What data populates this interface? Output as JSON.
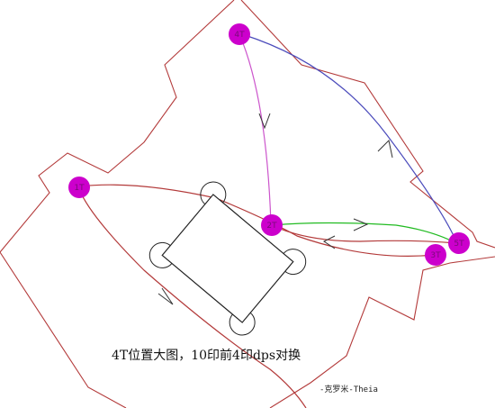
{
  "caption": "4T位置大图，10印前4印dps对换",
  "credit": "-克罗米-Theia",
  "nodes": [
    {
      "id": "4T",
      "label": "4T"
    },
    {
      "id": "1T",
      "label": "1T"
    },
    {
      "id": "2T",
      "label": "2T"
    },
    {
      "id": "5T",
      "label": "5T"
    },
    {
      "id": "3T",
      "label": "3T"
    }
  ],
  "colors": {
    "wall": "#b33a3a",
    "node_fill": "#cc00cc",
    "path_4t_to_2t": "#cc55cc",
    "path_4t_to_5t": "#4b4bbb",
    "path_2t_to_5t": "#22bb22",
    "path_red": "#b33a3a",
    "boss": "#222222"
  },
  "icons": {
    "boss_marker": "rectangle-with-four-circles"
  }
}
